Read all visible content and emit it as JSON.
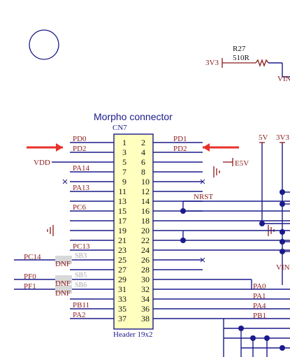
{
  "title": "Morpho connector",
  "ref": "CN7",
  "footer": "Header 19x2",
  "left_pins": [
    "1",
    "3",
    "5",
    "7",
    "9",
    "11",
    "13",
    "15",
    "17",
    "19",
    "21",
    "23",
    "25",
    "27",
    "29",
    "31",
    "33",
    "35",
    "37"
  ],
  "right_pins": [
    "2",
    "4",
    "6",
    "8",
    "10",
    "12",
    "14",
    "16",
    "18",
    "20",
    "22",
    "24",
    "26",
    "28",
    "30",
    "32",
    "34",
    "36",
    "38"
  ],
  "left_nets": {
    "1": "PD0",
    "3": "PD2",
    "7": "PA14",
    "11": "PA13",
    "15": "PC6",
    "23": "PC13",
    "35": "PB11",
    "37": "PA2"
  },
  "right_nets": {
    "2": "PD1",
    "4": "PD2"
  },
  "vdd": "VDD",
  "e5v": "E5V",
  "nrst": "NRST",
  "pc14": "PC14",
  "pf0": "PF0",
  "pf1": "PF1",
  "dnf": "DNF",
  "sb": [
    "SB3",
    "SB5",
    "SB6"
  ],
  "r27": {
    "name": "R27",
    "value": "510R",
    "net": "3V3"
  },
  "rail_5v": "5V",
  "rail_3v3": "3V3",
  "vin": "VIN",
  "right_bus": [
    "PA0",
    "PA1",
    "PA4",
    "PB1"
  ],
  "colors": {
    "wire": "#1a1a8b",
    "net_text": "#8b1a1a",
    "component": "#8b1a1a",
    "header_fill": "#ffffc0",
    "arrow": "#e8302a",
    "label_blue": "#1a1a8b",
    "sb_grey": "#a8a8a8"
  }
}
